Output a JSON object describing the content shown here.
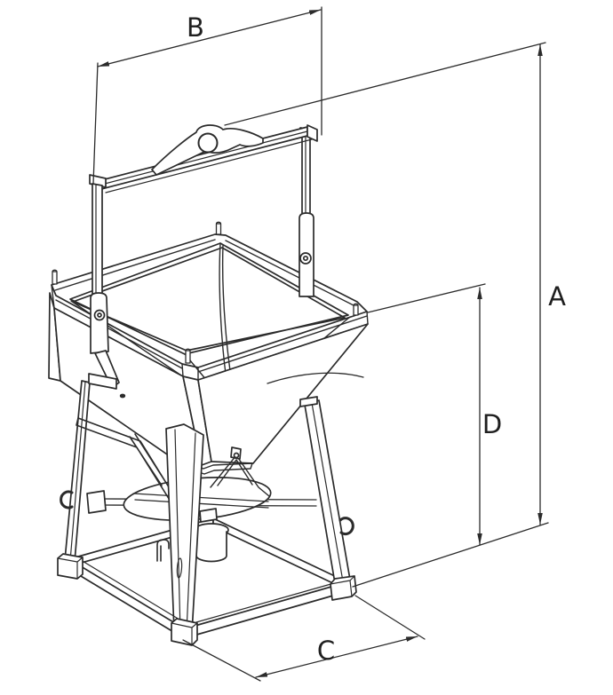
{
  "diagram": {
    "subject": "concrete-skip-hopper-isometric-line-drawing",
    "colors": {
      "line": "#2b2b2b",
      "label": "#1f1f1f",
      "background": "#ffffff"
    },
    "dimension_labels": {
      "total_height": "A",
      "top_width": "B",
      "base_depth": "C",
      "stand_height": "D"
    }
  }
}
